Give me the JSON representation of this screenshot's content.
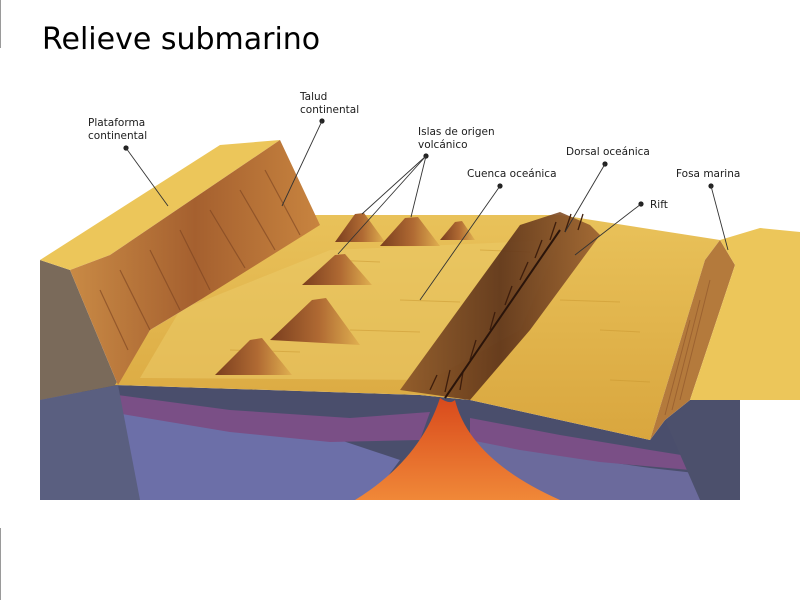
{
  "slide": {
    "title": "Relieve submarino"
  },
  "diagram": {
    "labels": {
      "plataforma_line1": "Plataforma",
      "plataforma_line2": "continental",
      "talud_line1": "Talud",
      "talud_line2": "continental",
      "islas_line1": "Islas de origen",
      "islas_line2": "volcánico",
      "cuenca": "Cuenca oceánica",
      "dorsal": "Dorsal oceánica",
      "fosa": "Fosa marina",
      "rift": "Rift"
    },
    "colors": {
      "sea_floor": "#e2b74a",
      "shelf_top": "#ecc65a",
      "slope": "#b5743a",
      "crust_dark": "#4a4e6c",
      "mantle_purple": "#7a4f86",
      "mantle_blue": "#6c6fa8",
      "magma": "#e86a2a",
      "leader_line": "#333333"
    }
  }
}
